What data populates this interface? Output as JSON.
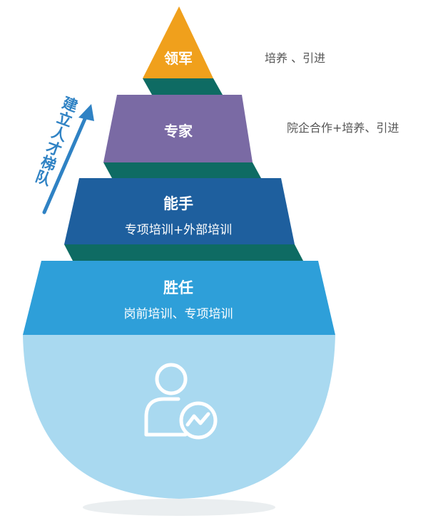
{
  "diagram": {
    "side_caption": "建立人才梯队",
    "tiers": [
      {
        "title": "领军",
        "note": "培养 、引进"
      },
      {
        "title": "专家",
        "note": "院企合作+培养、引进"
      },
      {
        "title": "能手",
        "subtitle": "专项培训+外部培训"
      },
      {
        "title": "胜任",
        "subtitle": "岗前培训、专项培训"
      }
    ],
    "base_icon": "user-growth-icon",
    "colors": {
      "tier1": "#f0a01c",
      "tier2": "#7a6aa4",
      "tier3": "#1e5f9e",
      "tier4": "#2e9fd9",
      "base": "#a9d9f0",
      "connector": "#0e6b63",
      "arrow": "#2f82c4"
    }
  }
}
